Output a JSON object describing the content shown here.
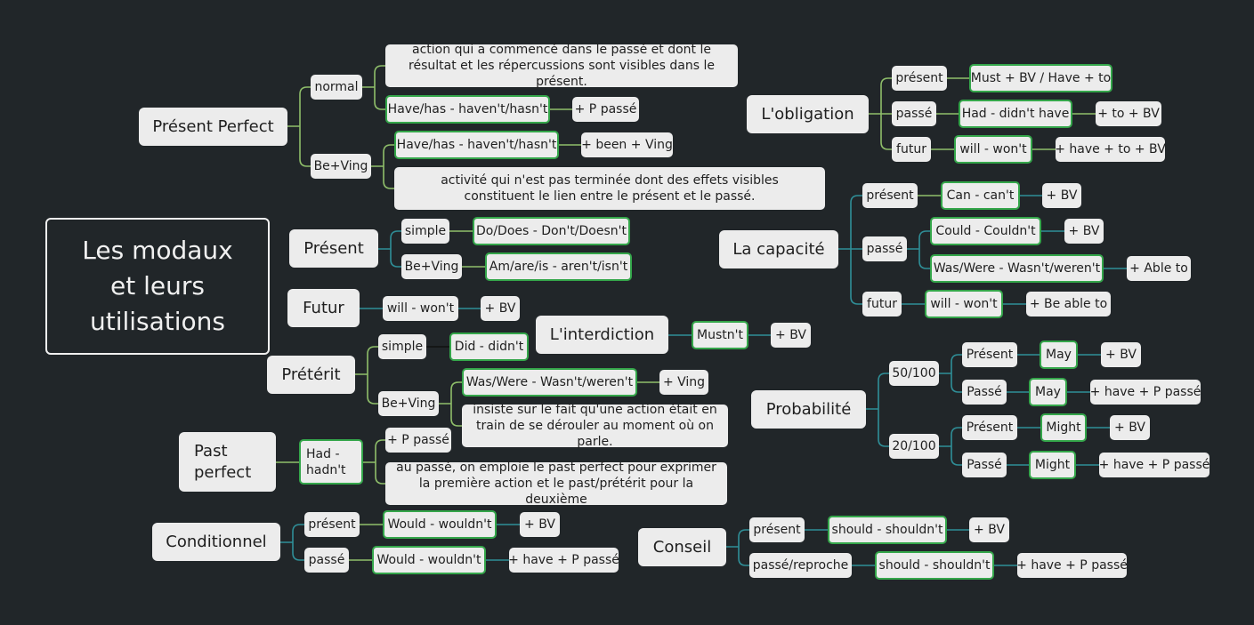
{
  "root": {
    "title": "Les modaux et leurs utilisations"
  },
  "topics": {
    "present_perfect": {
      "label": "Présent Perfect",
      "normal": "normal",
      "normal_desc": "action qui a commencé dans le passé et dont le résultat et les répercussions sont visibles dans le présent.",
      "normal_form": "Have/has - haven't/hasn't",
      "normal_rule": "+ P passé",
      "be_ving": "Be+Ving",
      "be_ving_form": "Have/has - haven't/hasn't",
      "be_ving_rule": "+ been + Ving",
      "be_ving_desc": "activité qui n'est pas terminée dont des effets visibles constituent le lien entre le présent et le passé."
    },
    "present": {
      "label": "Présent",
      "simple": "simple",
      "simple_form": "Do/Does - Don't/Doesn't",
      "be_ving": "Be+Ving",
      "be_ving_form": "Am/are/is - aren't/isn't"
    },
    "futur": {
      "label": "Futur",
      "form": "will - won't",
      "rule": "+ BV"
    },
    "interdiction": {
      "label": "L'interdiction",
      "form": "Mustn't",
      "rule": "+ BV"
    },
    "preterit": {
      "label": "Prétérit",
      "simple": "simple",
      "simple_form": "Did - didn't",
      "be_ving": "Be+Ving",
      "be_ving_form": "Was/Were - Wasn't/weren't",
      "be_ving_rule": "+ Ving",
      "be_ving_desc": "insiste sur le fait qu'une action était en train de se dérouler au moment où on parle."
    },
    "past_perfect": {
      "label": "Past perfect",
      "form": "Had - hadn't",
      "rule": "+ P passé",
      "desc": "au passé, on emploie le past perfect pour exprimer la première action et le past/prétérit pour la deuxième"
    },
    "conditionnel": {
      "label": "Conditionnel",
      "present": "présent",
      "present_form": "Would - wouldn't",
      "present_rule": "+ BV",
      "passe": "passé",
      "passe_form": "Would - wouldn't",
      "passe_rule": "+ have + P passé"
    },
    "obligation": {
      "label": "L'obligation",
      "present": "présent",
      "present_form": "Must + BV / Have + to",
      "passe": "passé",
      "passe_form": "Had - didn't have",
      "passe_rule": "+ to + BV",
      "futur": "futur",
      "futur_form": "will - won't",
      "futur_rule": "+ have + to + BV"
    },
    "capacite": {
      "label": "La capacité",
      "present": "présent",
      "present_form": "Can - can't",
      "present_rule": "+ BV",
      "passe": "passé",
      "passe_form1": "Could - Couldn't",
      "passe_rule1": "+ BV",
      "passe_form2": "Was/Were - Wasn't/weren't",
      "passe_rule2": "+ Able to",
      "futur": "futur",
      "futur_form": "will - won't",
      "futur_rule": "+ Be  able to"
    },
    "probabilite": {
      "label": "Probabilité",
      "p50": "50/100",
      "p50_present": "Présent",
      "p50_present_form": "May",
      "p50_present_rule": "+ BV",
      "p50_passe": "Passé",
      "p50_passe_form": "May",
      "p50_passe_rule": "+ have + P passé",
      "p20": "20/100",
      "p20_present": "Présent",
      "p20_present_form": "Might",
      "p20_present_rule": "+ BV",
      "p20_passe": "Passé",
      "p20_passe_form": "Might",
      "p20_passe_rule": "+ have + P passé"
    },
    "conseil": {
      "label": "Conseil",
      "present": "présent",
      "present_form": "should - shouldn't",
      "present_rule": "+ BV",
      "passe": "passé/reproche",
      "passe_form": "should - shouldn't",
      "passe_rule": "+ have + P passé"
    }
  },
  "colors": {
    "background": "#212629",
    "node": "#ececec",
    "form_border": "#34a64a",
    "link_green": "#8fbf6a",
    "link_teal": "#2f8f98"
  }
}
